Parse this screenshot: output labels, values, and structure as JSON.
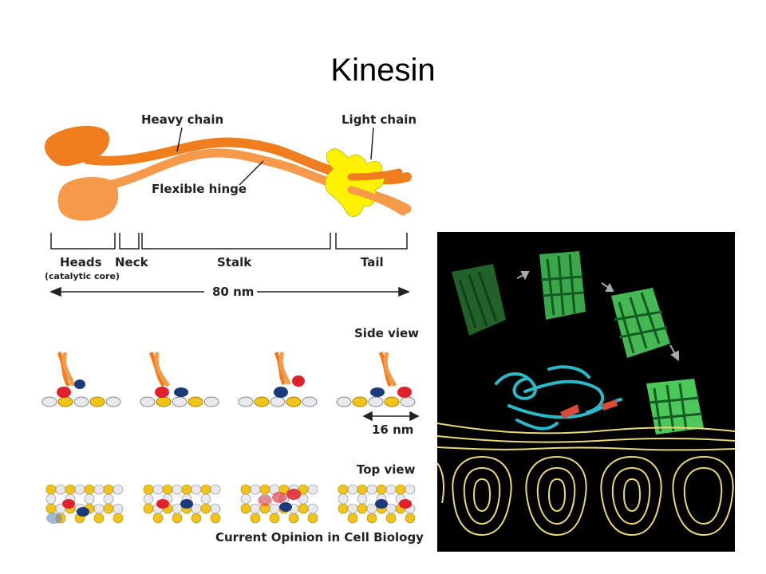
{
  "slide": {
    "title": "Kinesin"
  },
  "diagram": {
    "labels": {
      "heavy_chain": "Heavy chain",
      "light_chain": "Light chain",
      "flexible_hinge": "Flexible hinge",
      "heads": "Heads",
      "heads_sub": "(catalytic core)",
      "neck": "Neck",
      "stalk": "Stalk",
      "tail": "Tail",
      "length": "80 nm",
      "side_view": "Side view",
      "step": "16 nm",
      "top_view": "Top view",
      "credit": "Current Opinion in Cell Biology"
    },
    "colors": {
      "heavy_chain": "#f07e1e",
      "heavy_chain_light": "#f59a4a",
      "light_chain": "#fff200",
      "head_red": "#e0202a",
      "head_blue": "#1a3a7a",
      "tubulin_yellow": "#f2c318",
      "tubulin_white": "#e8e8ee"
    }
  },
  "structure_panel": {
    "colors": {
      "background": "#000000",
      "head_domains": "#3aa84a",
      "motor_domain": "#2bb8c8",
      "density_contours": "#e8d87a"
    }
  }
}
